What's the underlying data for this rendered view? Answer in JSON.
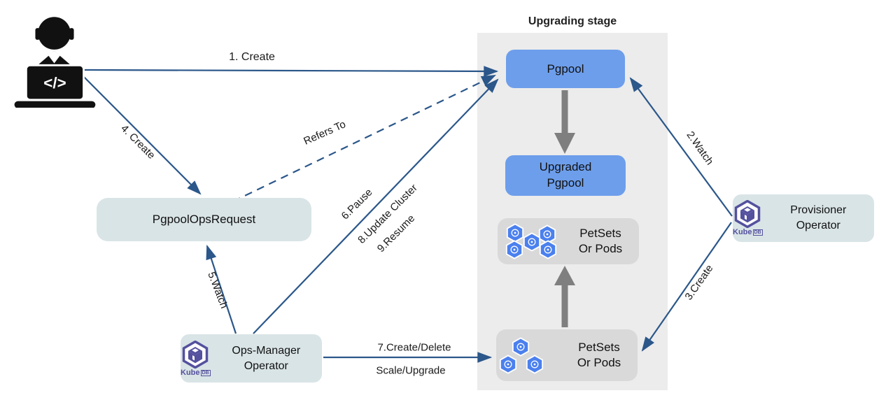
{
  "stage": {
    "title": "Upgrading stage"
  },
  "colors": {
    "arrow_blue": "#2b578a",
    "arrow_gray": "#7f7f7f",
    "node_blue": "#6d9eeb",
    "node_gray": "#d9d9d9",
    "operator_box": "#d9e4e6",
    "stage_background": "#ececec",
    "pod_blue": "#4b80ee",
    "kubedb_purple": "#54519e",
    "user_icon_black": "#111111"
  },
  "nodes": {
    "user": {
      "code_glyph": "</>"
    },
    "pgpool": {
      "label": "Pgpool"
    },
    "upgraded_pgpool": {
      "line1": "Upgraded",
      "line2": "Pgpool"
    },
    "petsets_upper": {
      "line1": "PetSets",
      "line2": "Or Pods"
    },
    "petsets_lower": {
      "line1": "PetSets",
      "line2": "Or Pods"
    },
    "pgpool_ops_request": {
      "label": "PgpoolOpsRequest"
    },
    "ops_manager": {
      "line1": "Ops-Manager",
      "line2": "Operator"
    },
    "provisioner": {
      "line1": "Provisioner",
      "line2": "Operator"
    }
  },
  "kubedb": {
    "brand": "Kube",
    "brand_suffix": "DB"
  },
  "edges": {
    "e1": {
      "label": "1. Create"
    },
    "e2": {
      "label": "2.Watch"
    },
    "e3": {
      "label": "3.Create"
    },
    "e4": {
      "label": "4. Create"
    },
    "e5": {
      "label": "5.Watch"
    },
    "e6": {
      "label": "6.Pause"
    },
    "e7": {
      "label1": "7.Create/Delete",
      "label2": "Scale/Upgrade"
    },
    "e8": {
      "label": "8.Update Cluster"
    },
    "e9": {
      "label": "9.Resume"
    },
    "refers": {
      "label": "Refers To"
    }
  }
}
